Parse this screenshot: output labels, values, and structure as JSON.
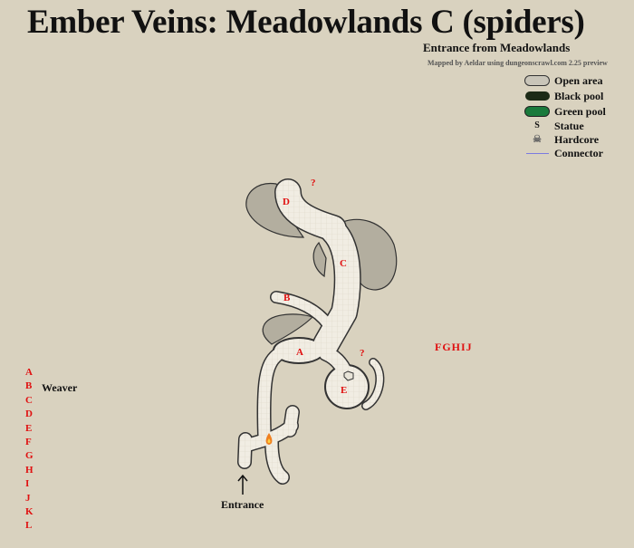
{
  "title": "Ember Veins: Meadowlands C (spiders)",
  "subtitle": "Entrance from Meadowlands",
  "credit": "Mapped by Aeldar using dungeonscrawl.com 2.25 preview",
  "legend": [
    {
      "label": "Open area",
      "icon": "open-area-swatch",
      "color": "#c9c5b9"
    },
    {
      "label": "Black pool",
      "icon": "black-pool-swatch",
      "color": "#1c2a16"
    },
    {
      "label": "Green pool",
      "icon": "green-pool-swatch",
      "color": "#1a7a3c"
    },
    {
      "label": "Statue",
      "icon": "statue-icon",
      "symbol": "S"
    },
    {
      "label": "Hardcore",
      "icon": "skull-crossbones-icon",
      "symbol": "☠"
    },
    {
      "label": "Connector",
      "icon": "connector-line",
      "color": "#7b7be0"
    }
  ],
  "map_labels": {
    "d": "D",
    "c": "C",
    "b": "B",
    "a": "A",
    "e": "E",
    "q1": "?",
    "q2": "?"
  },
  "side_letters": [
    "A",
    "B",
    "C",
    "D",
    "E",
    "F",
    "G",
    "H",
    "I",
    "J",
    "K",
    "L"
  ],
  "weaver": "Weaver",
  "fghij": "FGHIJ",
  "entrance": "Entrance",
  "colors": {
    "label_red": "#e01010",
    "background": "#d9d2bf",
    "floor": "#f1ede3",
    "rock": "#b3ae9f"
  }
}
